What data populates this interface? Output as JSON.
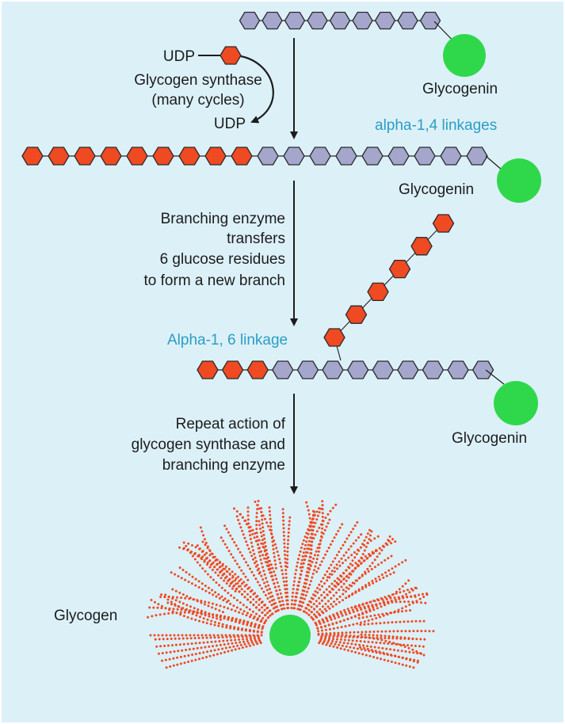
{
  "colors": {
    "background": "#dcf0f8",
    "glucose_old": "#a4a6cc",
    "glucose_new": "#ef4a22",
    "glycogenin": "#2ed84a",
    "accent_text": "#2a9ec4",
    "text": "#1c1c1c"
  },
  "stage1": {
    "udp_in": "UDP",
    "enzyme_line1": "Glycogen synthase",
    "enzyme_line2": "(many cycles)",
    "udp_out": "UDP",
    "glycogenin": "Glycogenin"
  },
  "stage2": {
    "linkage": "alpha-1,4 linkages",
    "glycogenin": "Glycogenin",
    "step_lines": [
      "Branching enzyme",
      "transfers",
      "6 glucose residues",
      "to form a new branch"
    ]
  },
  "stage3": {
    "linkage": "Alpha-1, 6 linkage",
    "glycogenin": "Glycogenin",
    "step_lines": [
      "Repeat action of",
      "glycogen synthase and",
      "branching enzyme"
    ]
  },
  "stage4": {
    "label": "Glycogen"
  },
  "icons": [
    "glucose-hexagon-icon",
    "glycogenin-circle-icon",
    "arrow-down-icon",
    "curved-arrow-icon"
  ]
}
